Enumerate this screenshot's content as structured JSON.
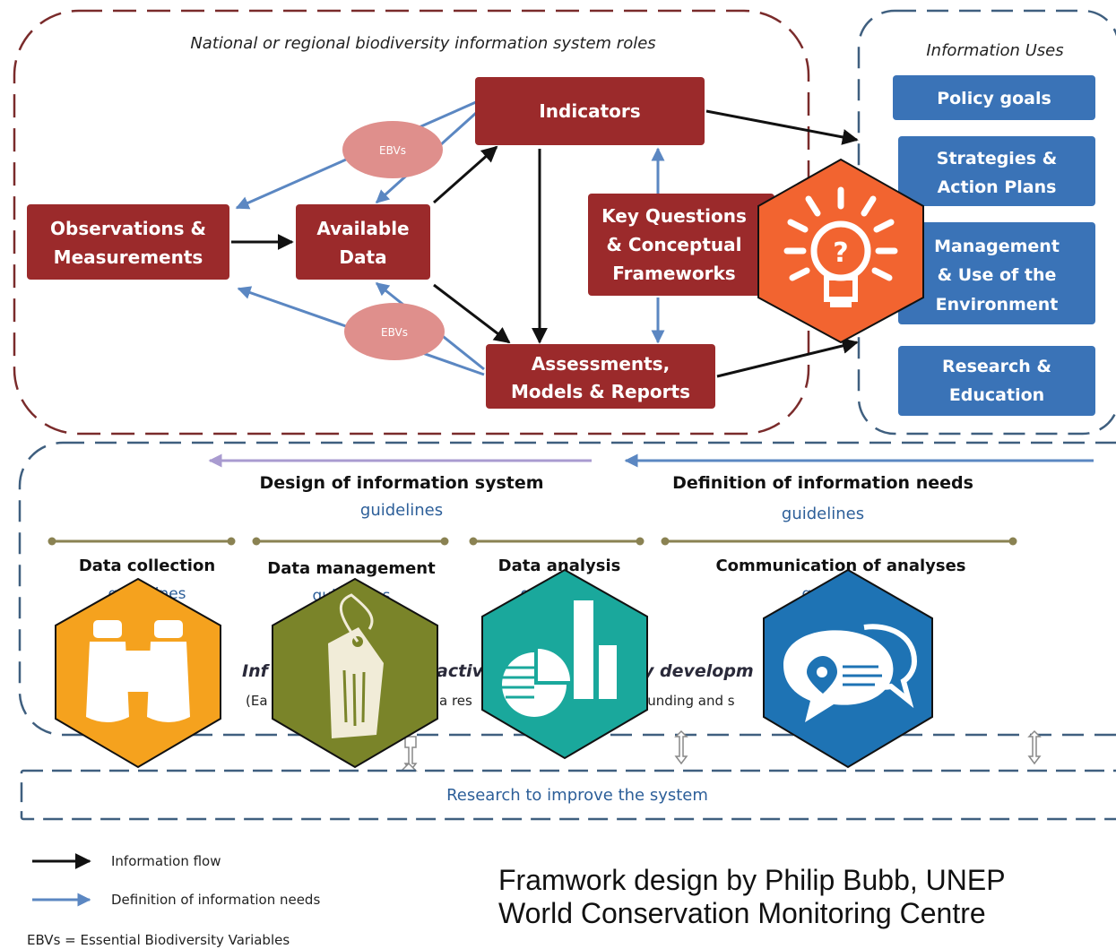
{
  "top_panel": {
    "title": "National or regional biodiversity information system roles",
    "boxes": {
      "observations": [
        "Observations &",
        "Measurements"
      ],
      "available_data": [
        "Available",
        "Data"
      ],
      "indicators": [
        "Indicators"
      ],
      "key_questions": [
        "Key Questions",
        "& Conceptual",
        "Frameworks"
      ],
      "assessments": [
        "Assessments,",
        "Models & Reports"
      ]
    },
    "ebvs_label": "EBVs"
  },
  "uses_panel": {
    "title": "Information Uses",
    "items": [
      [
        "Policy goals"
      ],
      [
        "Strategies &",
        "Action Plans"
      ],
      [
        "Management",
        "& Use of the",
        "Environment"
      ],
      [
        "Research &",
        "Education"
      ]
    ]
  },
  "bottom_panel": {
    "design_title": "Design of information system",
    "design_sub": "guidelines",
    "definition_title": "Definition of information needs",
    "definition_sub": "guidelines",
    "stages": [
      {
        "title": "Data collection",
        "sub": "guidelines"
      },
      {
        "title": "Data management",
        "sub": "guidelines"
      },
      {
        "title": "Data analysis",
        "sub": "guidelines"
      },
      {
        "title": "Communication of analyses",
        "sub": "guidelines"
      }
    ],
    "infra_fragments": [
      "Inf",
      "activ",
      "y developm"
    ],
    "infra_note_fragments": [
      "(Ea",
      "a res",
      "funding and s"
    ]
  },
  "research_bar": "Research to improve the system",
  "legend": {
    "information_flow": "Information flow",
    "definition_needs": "Definition of information needs",
    "ebvs_note": "EBVs = Essential Biodiversity Variables"
  },
  "credit": {
    "line1": "Framwork design by Philip Bubb, UNEP",
    "line2": "World Conservation Monitoring Centre"
  },
  "icons": [
    "lightbulb-question-icon",
    "binoculars-icon",
    "tag-icon",
    "chart-icon",
    "speech-bubbles-icon"
  ],
  "colors": {
    "box_red": "#9b2a2b",
    "box_blue": "#3a73b7",
    "ebv_pink": "#df8f8c",
    "arrow_blue": "#5b87c2",
    "dashed_red": "#7a2b2b",
    "dashed_blue": "#3f5f7f",
    "stage_line": "#8a8252",
    "hex_orange": "#f26430",
    "hex_yellow": "#f5a21e",
    "hex_olive": "#7a8429",
    "hex_teal": "#1aa89c",
    "hex_blue": "#1e73b4"
  }
}
